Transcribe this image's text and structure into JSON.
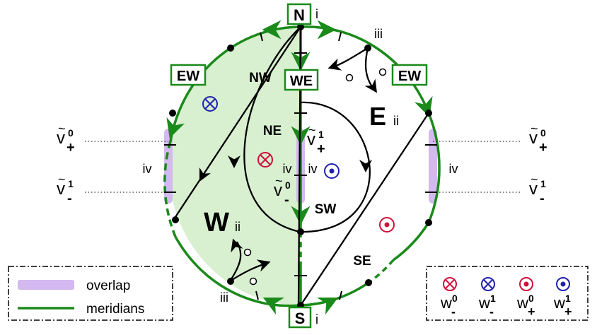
{
  "regions": {
    "NW": "NW",
    "NE": "NE",
    "W": "W",
    "E": "E",
    "SW": "SW",
    "SE": "SE",
    "W_roman": "ii",
    "E_roman": "ii"
  },
  "boxes": {
    "N": "N",
    "S": "S",
    "WE": "WE",
    "EW_left": "EW",
    "EW_right": "EW"
  },
  "roman": {
    "N": "i",
    "S": "i",
    "iii_top": "iii",
    "iii_bottom": "iii",
    "iv_left": "iv",
    "iv_right": "iv",
    "iv_center_left": "iv",
    "iv_center_right": "iv"
  },
  "levels": {
    "v_plus_0": {
      "base": "v",
      "tilde": "~",
      "sign": "+",
      "sup": "0"
    },
    "v_minus_1": {
      "base": "v",
      "tilde": "~",
      "sign": "-",
      "sup": "1"
    },
    "v_plus_1": {
      "base": "v",
      "tilde": "~",
      "sign": "+",
      "sup": "1"
    },
    "v_minus_0": {
      "base": "v",
      "tilde": "~",
      "sign": "-",
      "sup": "0"
    }
  },
  "legend_left": {
    "overlap": "overlap",
    "meridians": "meridians",
    "overlap_color": "#d4b8f0",
    "meridian_color": "#1a8a1a"
  },
  "legend_right": [
    {
      "symbol": "otimes",
      "color": "#d0103a",
      "base": "w",
      "sign": "-",
      "sup": "0"
    },
    {
      "symbol": "otimes",
      "color": "#2020b0",
      "base": "w",
      "sign": "-",
      "sup": "1"
    },
    {
      "symbol": "odot",
      "color": "#d0103a",
      "base": "w",
      "sign": "+",
      "sup": "0"
    },
    {
      "symbol": "odot",
      "color": "#2020b0",
      "base": "w",
      "sign": "+",
      "sup": "1"
    }
  ],
  "colors": {
    "green": "#1a8a1a",
    "fill_west": "#d8f0d0",
    "red": "#d0103a",
    "blue": "#2020b0",
    "overlap": "#d4b8f0"
  }
}
